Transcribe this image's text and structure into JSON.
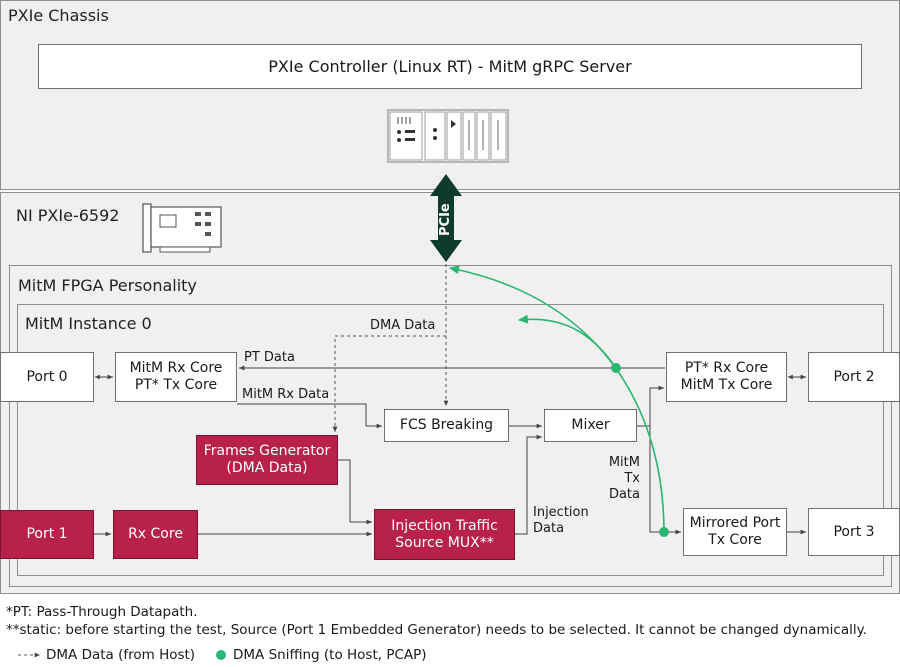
{
  "chassis": {
    "title": "PXIe Chassis"
  },
  "controller": {
    "label": "PXIe Controller (Linux RT) - MitM gRPC  Server"
  },
  "card": {
    "title": "NI PXIe-6592"
  },
  "bus": {
    "label": "PCIe"
  },
  "fpga": {
    "title": "MitM FPGA Personality"
  },
  "instance": {
    "title": "MitM Instance 0"
  },
  "blocks": {
    "port0": "Port 0",
    "mitm_rx_core": "MitM Rx Core\nPT* Tx Core",
    "pt_rx_core": "PT* Rx Core\nMitM Tx Core",
    "port2": "Port 2",
    "fcs_breaking": "FCS Breaking",
    "mixer": "Mixer",
    "frames_generator": "Frames Generator\n(DMA Data)",
    "injection_mux": "Injection Traffic\nSource MUX**",
    "mirrored_port": "Mirrored Port\nTx Core",
    "port3": "Port 3",
    "port1": "Port 1",
    "rx_core": "Rx Core"
  },
  "labels": {
    "dma_data": "DMA Data",
    "pt_data": "PT Data",
    "mitm_rx_data": "MitM Rx Data",
    "mitm_tx_data": "MitM\nTx Data",
    "injection_data": "Injection\nData"
  },
  "notes": {
    "pt": "*PT: Pass-Through Datapath.",
    "static": "**static: before starting the test, Source (Port 1 Embedded Generator) needs to be selected. It cannot be changed dynamically."
  },
  "legend": {
    "dma_host": "DMA Data (from Host)",
    "dma_sniff": "DMA Sniffing (to Host, PCAP)"
  },
  "colors": {
    "red_block": "#b8224a",
    "sniff_green": "#2bb673",
    "bus_dark": "#0e3b2a"
  }
}
